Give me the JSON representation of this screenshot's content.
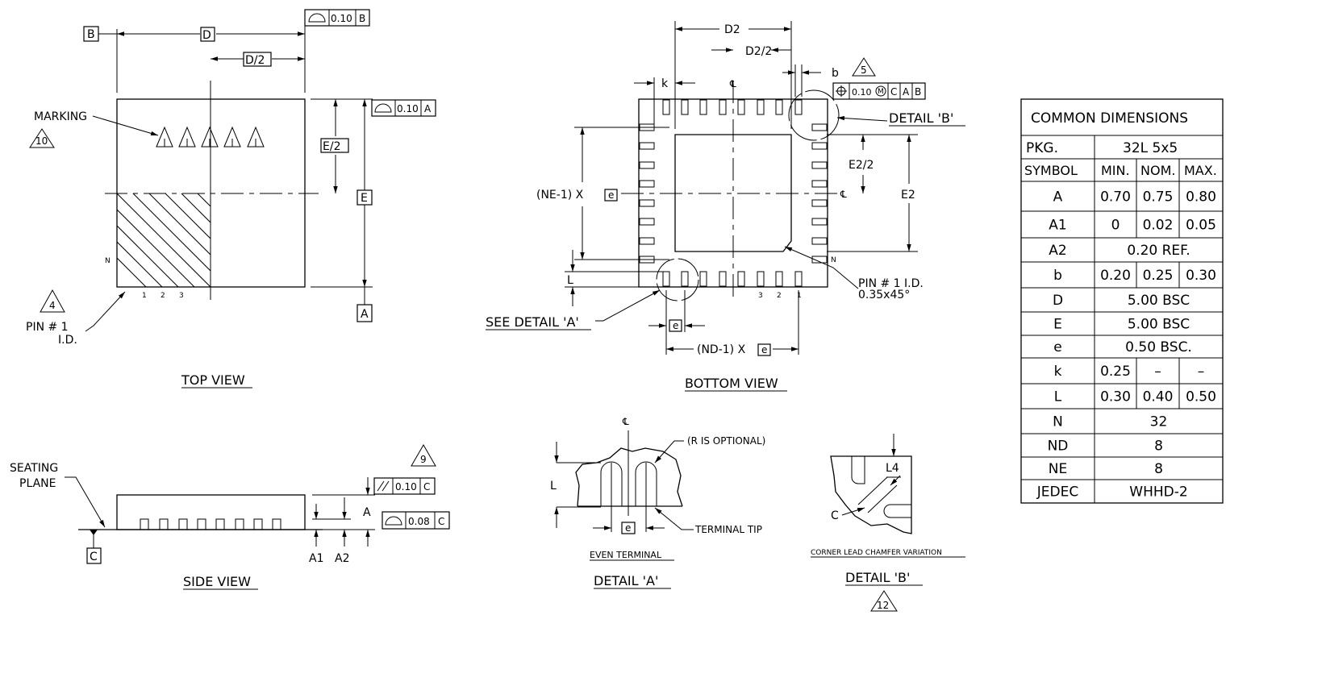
{
  "views": {
    "top": "TOP VIEW",
    "bottom": "BOTTOM VIEW",
    "side": "SIDE VIEW",
    "detail_a": "DETAIL 'A'",
    "detail_b": "DETAIL 'B'"
  },
  "labels": {
    "marking": "MARKING",
    "note10": "10",
    "note4": "4",
    "note5": "5",
    "note9": "9",
    "note12": "12",
    "pin1_line1": "PIN # 1",
    "pin1_line2": "I.D.",
    "pin_n": "N",
    "pin_1": "1",
    "pin_2": "2",
    "pin_3": "3",
    "seating_line1": "SEATING",
    "seating_line2": "PLANE",
    "see_detail_a": "SEE DETAIL 'A'",
    "detail_b_callout": "DETAIL 'B'",
    "pin1_bottom_line1": "PIN # 1 I.D.",
    "pin1_bottom_line2": "0.35x45°",
    "r_optional": "(R IS OPTIONAL)",
    "terminal_tip": "TERMINAL TIP",
    "even_terminal": "EVEN TERMINAL",
    "corner_chamfer": "CORNER LEAD CHAMFER VARIATION",
    "cl_symbol": "℄"
  },
  "dims": {
    "B": "B",
    "D": "D",
    "D_half": "D/2",
    "E": "E",
    "E_half": "E/2",
    "A": "A",
    "C": "C",
    "D2": "D2",
    "D2_half": "D2/2",
    "E2": "E2",
    "E2_half": "E2/2",
    "b": "b",
    "k": "k",
    "L": "L",
    "e": "e",
    "ne_prefix": "(NE-1) X",
    "nd_prefix": "(ND-1) X",
    "A1": "A1",
    "A2": "A2",
    "L4": "L4"
  },
  "tolerances": {
    "profile_b_value": "0.10",
    "profile_b_ref": "B",
    "profile_a_value": "0.10",
    "profile_a_ref": "A",
    "position_value": "0.10",
    "position_mod": "M",
    "position_ref1": "C",
    "position_ref2": "A",
    "position_ref3": "B",
    "parallel_value": "0.10",
    "parallel_ref": "C",
    "flat_value": "0.08",
    "flat_ref": "C"
  },
  "table": {
    "title": "COMMON DIMENSIONS",
    "pkg_label": "PKG.",
    "pkg_value": "32L   5x5",
    "headers": [
      "SYMBOL",
      "MIN.",
      "NOM.",
      "MAX."
    ],
    "rows": [
      {
        "symbol": "A",
        "min": "0.70",
        "nom": "0.75",
        "max": "0.80"
      },
      {
        "symbol": "A1",
        "min": "0",
        "nom": "0.02",
        "max": "0.05"
      },
      {
        "symbol": "A2",
        "span": "0.20  REF."
      },
      {
        "symbol": "b",
        "min": "0.20",
        "nom": "0.25",
        "max": "0.30"
      },
      {
        "symbol": "D",
        "span": "5.00  BSC"
      },
      {
        "symbol": "E",
        "span": "5.00  BSC"
      },
      {
        "symbol": "e",
        "span": "0.50  BSC."
      },
      {
        "symbol": "k",
        "min": "0.25",
        "nom": "–",
        "max": "–"
      },
      {
        "symbol": "L",
        "min": "0.30",
        "nom": "0.40",
        "max": "0.50"
      },
      {
        "symbol": "N",
        "span": "32"
      },
      {
        "symbol": "ND",
        "span": "8"
      },
      {
        "symbol": "NE",
        "span": "8"
      },
      {
        "symbol": "JEDEC",
        "span": "WHHD-2"
      }
    ]
  }
}
